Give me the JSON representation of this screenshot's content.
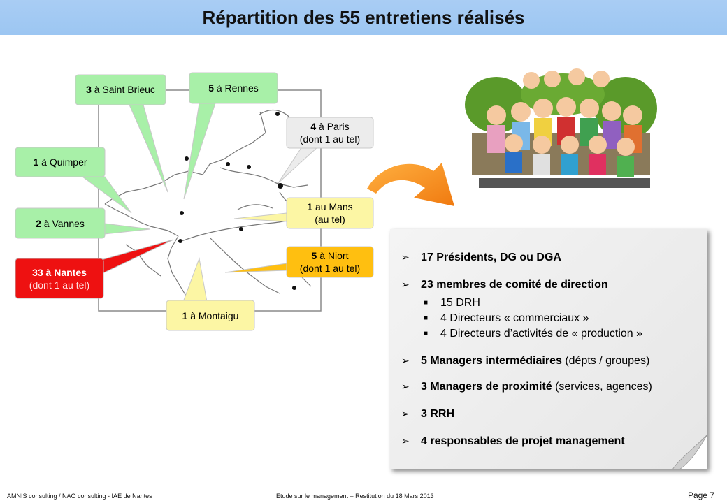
{
  "title": "Répartition des 55 entretiens réalisés",
  "callouts": {
    "saint_brieuc": {
      "count": "3",
      "text": " à Saint Brieuc"
    },
    "rennes": {
      "count": "5",
      "text": " à Rennes"
    },
    "paris": {
      "count": "4",
      "text": " à Paris",
      "note": "(dont 1 au tel)"
    },
    "quimper": {
      "count": "1",
      "text": " à Quimper"
    },
    "vannes": {
      "count": "2",
      "text": " à Vannes"
    },
    "le_mans": {
      "count": "1",
      "text": " au Mans",
      "note": "(au tel)"
    },
    "nantes": {
      "count": "33",
      "text": " à Nantes",
      "note": "(dont 1 au tel)"
    },
    "niort": {
      "count": "5",
      "text": " à Niort",
      "note": "(dont 1 au tel)"
    },
    "montaigu": {
      "count": "1",
      "text": " à Montaigu"
    }
  },
  "bullets": [
    {
      "bold": "17 Présidents, DG ou DGA",
      "rest": ""
    },
    {
      "bold": "23 membres de comité de direction",
      "rest": ""
    },
    {
      "bold": "5 Managers intermédiaires",
      "rest": " (dépts / groupes)"
    },
    {
      "bold": "3 Managers de proximité",
      "rest": " (services, agences)"
    },
    {
      "bold": "3 RRH",
      "rest": ""
    },
    {
      "bold": "4 responsables de projet management",
      "rest": ""
    }
  ],
  "sub_bullets": [
    "15 DRH",
    "4 Directeurs « commerciaux »",
    "4 Directeurs d’activités de « production »"
  ],
  "footer": {
    "left": "AMNIS consulting  / NAO consulting  -  IAE de Nantes",
    "center": "Etude sur le management  – Restitution du 18 Mars 2013",
    "page": "Page 7"
  },
  "colors": {
    "green": "#a8f0a8",
    "gray": "#ececec",
    "yellow": "#fcf6a4",
    "orange": "#ffbf10",
    "red": "#ee1111",
    "title_bar": "#9fc8f2"
  }
}
